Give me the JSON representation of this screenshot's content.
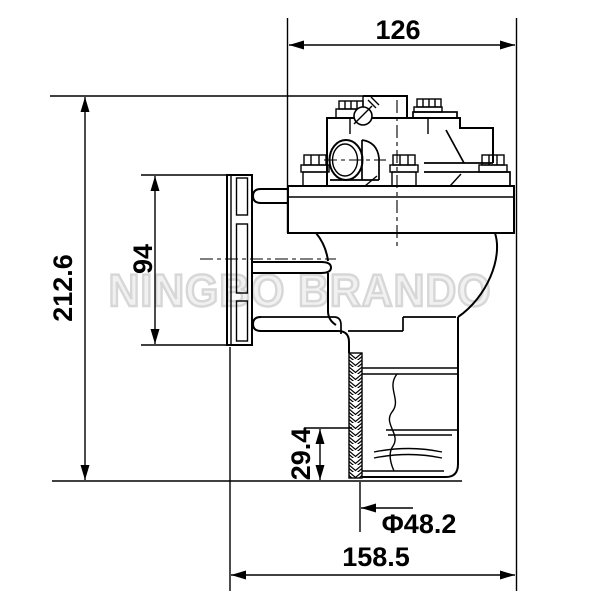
{
  "drawing": {
    "watermark": "NINGBO BRANDO",
    "dimensions": {
      "top_width": "126",
      "overall_height": "212.6",
      "inlet_flange_height": "94",
      "outlet_thread_length": "29.4",
      "outlet_diameter": "Φ48.2",
      "bottom_width": "158.5"
    },
    "colors": {
      "line": "#000000",
      "background": "#ffffff",
      "watermark_outline": "#d7d7d7"
    }
  }
}
